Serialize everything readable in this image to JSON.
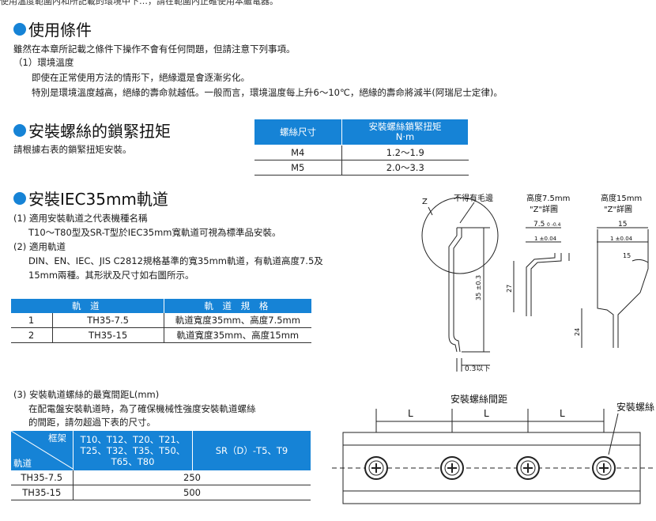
{
  "top_cut": "使用溫度範圍內和所記載的環境中下…，請在範圍內正確使用本繼電器。",
  "sections": {
    "conditions": {
      "title": "使用條件",
      "lines": [
        "雖然在本章所記載之條件下操作不會有任何問題，但請注意下列事項。",
        "（1）環境溫度",
        "即使在正常使用方法的情形下，絕緣還是會逐漸劣化。",
        "特別是環境溫度越高，絕緣的壽命就越低。一般而言，環境溫度每上升6～10℃，絕緣的壽命將減半(阿瑞尼士定律)。"
      ]
    },
    "torque": {
      "title": "安裝螺絲的鎖緊扭矩",
      "desc": "請根據右表的鎖緊扭矩安裝。",
      "table": {
        "h1": "螺絲尺寸",
        "h2a": "安裝螺絲鎖緊扭矩",
        "h2b": "N·m",
        "rows": [
          {
            "size": "M4",
            "torque": "1.2～1.9"
          },
          {
            "size": "M5",
            "torque": "2.0～3.3"
          }
        ]
      }
    },
    "rail": {
      "title": "安裝IEC35mm軌道",
      "lines": [
        "(1) 適用安裝軌道之代表機種名稱",
        "T10～T80型及SR-T型於IEC35mm寬軌道可視為標準品安裝。",
        "(2) 適用軌道",
        "DIN、EN、IEC、JIS C2812規格基準的寬35mm軌道，有軌道高度7.5及",
        "15mm兩種。其形狀及尺寸如右圖所示。"
      ],
      "table": {
        "h1": "軌 道",
        "h2": "軌 道 規 格",
        "rows": [
          {
            "no": "1",
            "name": "TH35-7.5",
            "spec": "軌道寬度35mm、高度7.5mm"
          },
          {
            "no": "2",
            "name": "TH35-15",
            "spec": "軌道寬度35mm、高度15mm"
          }
        ]
      }
    },
    "span": {
      "lines": [
        "(3) 安裝軌道螺絲的最寬間距L(mm)",
        "在配電盤安裝軌道時，為了確保機械性強度安裝軌道螺絲",
        "的間距，請勿超過下表的尺寸。"
      ],
      "table": {
        "corner_top": "框架",
        "corner_bottom": "軌道",
        "col1": [
          "T10、T12、T20、T21、",
          "T25、T32、T35、T50、",
          "T65、T80"
        ],
        "col2": "SR（D）-T5、T9",
        "rows": [
          {
            "rail": "TH35-7.5",
            "value": "250"
          },
          {
            "rail": "TH35-15",
            "value": "500"
          }
        ]
      }
    }
  },
  "diagram_profile": {
    "z": "Z",
    "no_burr": "不得有毛邊",
    "h75": "高度7.5mm",
    "h75_detail": "\"Z\"詳圖",
    "h15": "高度15mm",
    "h15_detail": "\"Z\"詳圖",
    "dim_75": "7.5",
    "dim_75_tol": "0 -0.4",
    "dim_1a": "1 ±0.04",
    "dim_15": "15",
    "dim_1b": "1 ±0.04",
    "dim_15b": "15",
    "dim_35": "35 ±0.3",
    "dim_27": "27",
    "dim_24": "24",
    "dim_03": "0.3以下"
  },
  "diagram_screws": {
    "title": "安裝螺絲間距",
    "L": "L",
    "screw_label": "安裝螺絲"
  },
  "colors": {
    "accent": "#1683d6"
  }
}
